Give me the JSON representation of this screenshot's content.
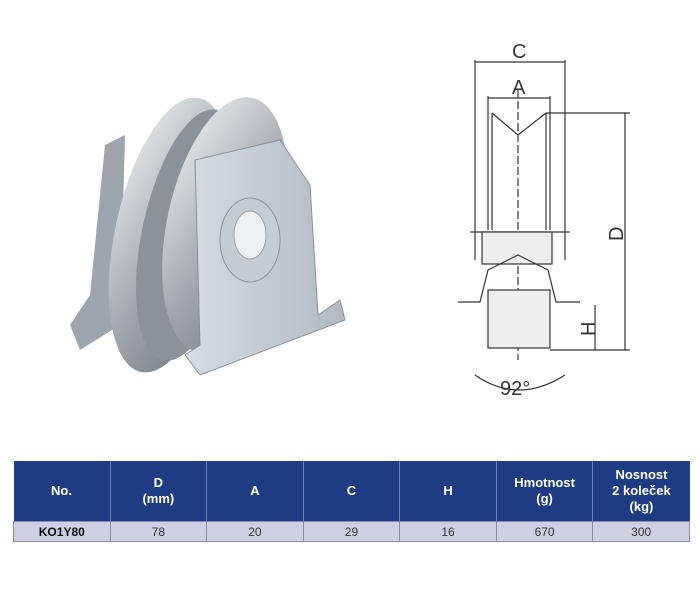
{
  "diagram": {
    "labels": {
      "c": "C",
      "a": "A",
      "d": "D",
      "h": "H",
      "angle": "92°"
    }
  },
  "table": {
    "headers": [
      {
        "l1": "No.",
        "l2": "",
        "l3": ""
      },
      {
        "l1": "D",
        "l2": "(mm)",
        "l3": ""
      },
      {
        "l1": "A",
        "l2": "",
        "l3": ""
      },
      {
        "l1": "C",
        "l2": "",
        "l3": ""
      },
      {
        "l1": "H",
        "l2": "",
        "l3": ""
      },
      {
        "l1": "Hmotnost",
        "l2": "(g)",
        "l3": ""
      },
      {
        "l1": "Nosnost",
        "l2": "2 koleček",
        "l3": "(kg)"
      }
    ],
    "rows": [
      [
        "KO1Y80",
        "78",
        "20",
        "29",
        "16",
        "670",
        "300"
      ]
    ]
  },
  "colors": {
    "header_bg": "#1e3b83",
    "row_bg": "#cfcfe3"
  }
}
